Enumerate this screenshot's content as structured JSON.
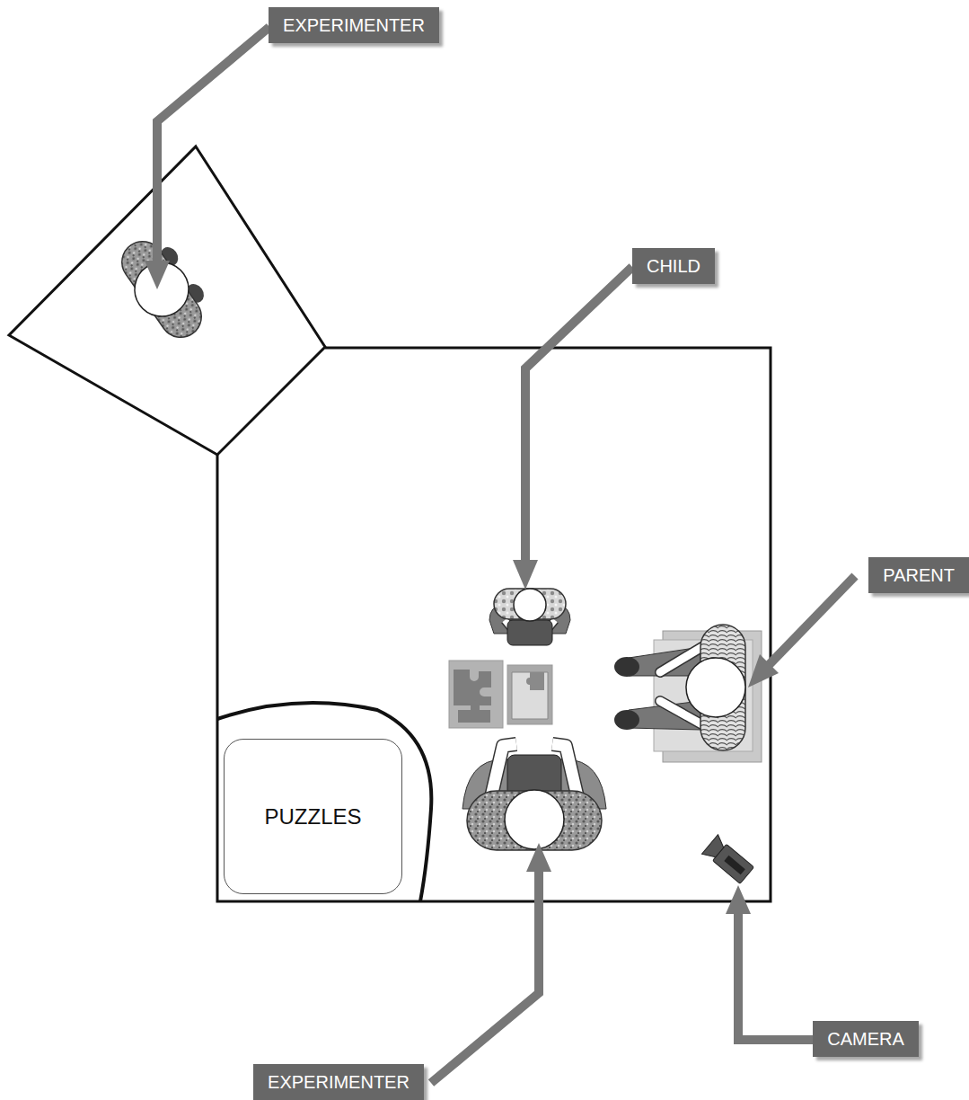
{
  "diagram": {
    "nodes": [
      {
        "text": [
          "EXPERIMENTER"
        ]
      },
      {
        "text": [
          "CHILD"
        ]
      },
      {
        "text": [
          "PARENT"
        ]
      },
      {
        "text": [
          "PUZZLES"
        ]
      },
      {
        "text": [
          "CAMERA"
        ]
      },
      {
        "text": [
          "EXPERIMENTER"
        ]
      }
    ]
  }
}
